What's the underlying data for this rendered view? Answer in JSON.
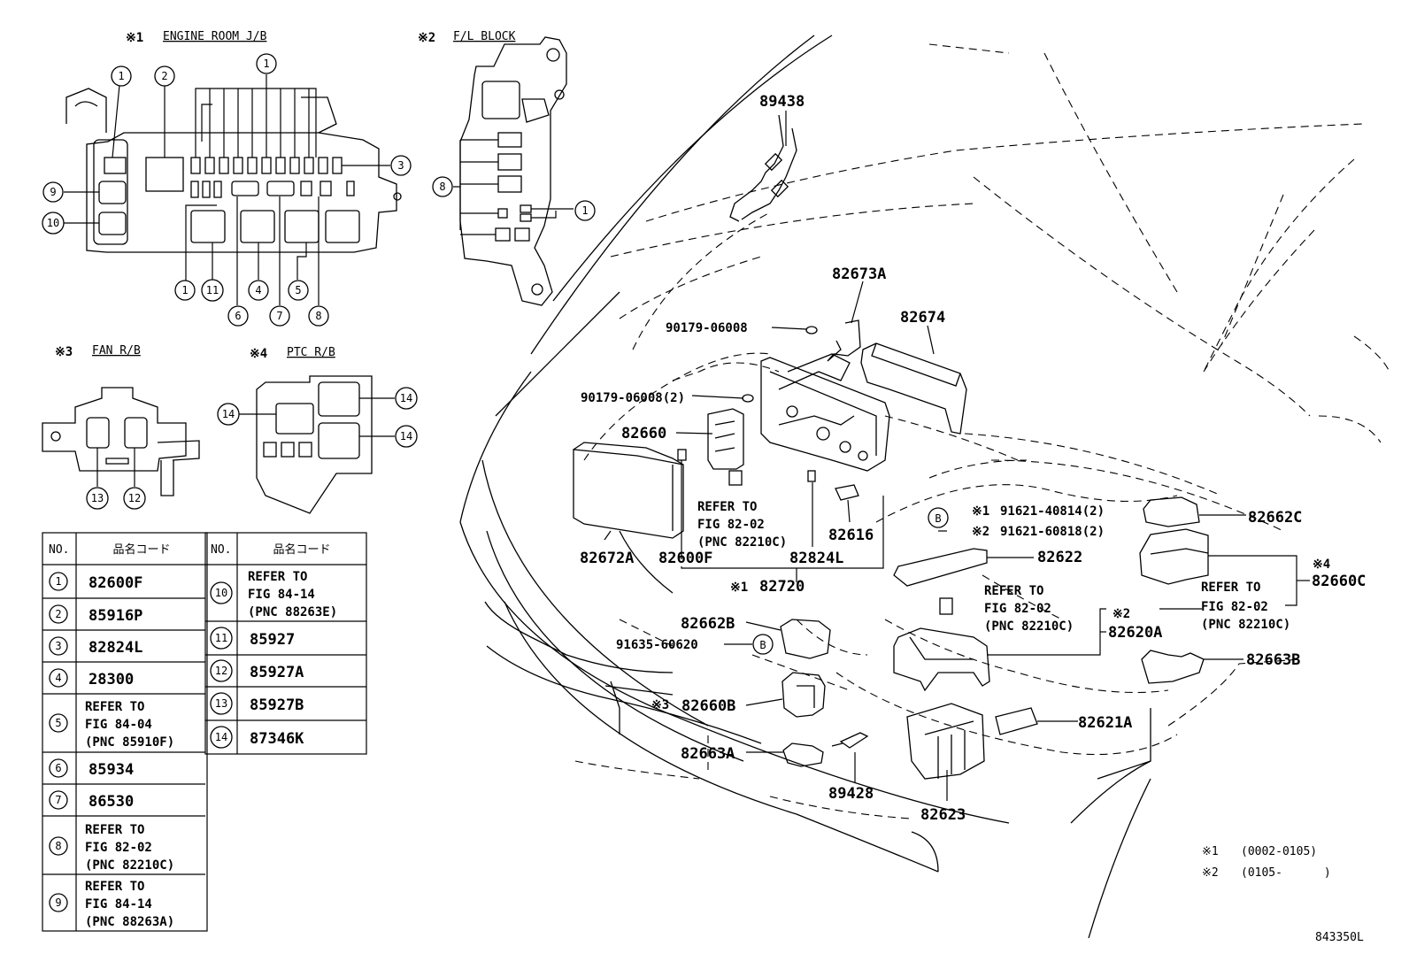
{
  "insets": {
    "engine_room": {
      "marker": "※1",
      "title": "ENGINE ROOM J/B"
    },
    "fl_block": {
      "marker": "※2",
      "title": "F/L BLOCK"
    },
    "fan_rb": {
      "marker": "※3",
      "title": "FAN R/B"
    },
    "ptc_rb": {
      "marker": "※4",
      "title": "PTC R/B"
    }
  },
  "callout_numbers": [
    "1",
    "2",
    "3",
    "4",
    "5",
    "6",
    "7",
    "8",
    "9",
    "10",
    "11",
    "12",
    "13",
    "14"
  ],
  "table": {
    "header_no": "NO.",
    "header_code": "品名コード",
    "left_rows": [
      {
        "no": "1",
        "lines": [
          "82600F"
        ]
      },
      {
        "no": "2",
        "lines": [
          "85916P"
        ]
      },
      {
        "no": "3",
        "lines": [
          "82824L"
        ]
      },
      {
        "no": "4",
        "lines": [
          "28300"
        ]
      },
      {
        "no": "5",
        "lines": [
          "REFER TO",
          "FIG 84-04",
          "(PNC 85910F)"
        ]
      },
      {
        "no": "6",
        "lines": [
          "85934"
        ]
      },
      {
        "no": "7",
        "lines": [
          "86530"
        ]
      },
      {
        "no": "8",
        "lines": [
          "REFER TO",
          "FIG 82-02",
          "(PNC 82210C)"
        ]
      },
      {
        "no": "9",
        "lines": [
          "REFER TO",
          "FIG 84-14",
          "(PNC 88263A)"
        ]
      }
    ],
    "right_rows": [
      {
        "no": "10",
        "lines": [
          "REFER TO",
          "FIG 84-14",
          "(PNC 88263E)"
        ]
      },
      {
        "no": "11",
        "lines": [
          "85927"
        ]
      },
      {
        "no": "12",
        "lines": [
          "85927A"
        ]
      },
      {
        "no": "13",
        "lines": [
          "85927B"
        ]
      },
      {
        "no": "14",
        "lines": [
          "87346K"
        ]
      }
    ]
  },
  "parts": {
    "p89438": "89438",
    "p82673A": "82673A",
    "p82674": "82674",
    "p90179a": "90179-06008",
    "p90179b": "90179-06008(2)",
    "p82660": "82660",
    "refer1": [
      "REFER TO",
      "FIG 82-02",
      "(PNC 82210C)"
    ],
    "p82616": "82616",
    "p82672A": "82672A",
    "p82600F": "82600F",
    "p82824L": "82824L",
    "p82720_marker": "※1",
    "p82720": "82720",
    "b_label": "B",
    "bolt1_marker": "※1",
    "bolt1": "91621-40814(2)",
    "bolt2_marker": "※2",
    "bolt2": "91621-60818(2)",
    "p82622": "82622",
    "refer2": [
      "REFER TO",
      "FIG 82-02",
      "(PNC 82210C)"
    ],
    "p82620A_marker": "※2",
    "p82620A": "82620A",
    "p82662C": "82662C",
    "p82660C_marker": "※4",
    "p82660C": "82660C",
    "refer3": [
      "REFER TO",
      "FIG 82-02",
      "(PNC 82210C)"
    ],
    "p82662B": "82662B",
    "p91635": "91635-60620",
    "p82660B_marker": "※3",
    "p82660B": "82660B",
    "p82663B": "82663B",
    "p82621A": "82621A",
    "p82663A": "82663A",
    "p89428": "89428",
    "p82623": "82623"
  },
  "notes": [
    {
      "marker": "※1",
      "range": "(0002-0105)"
    },
    {
      "marker": "※2",
      "range": "(0105-      )"
    }
  ],
  "figure_id": "843350L"
}
